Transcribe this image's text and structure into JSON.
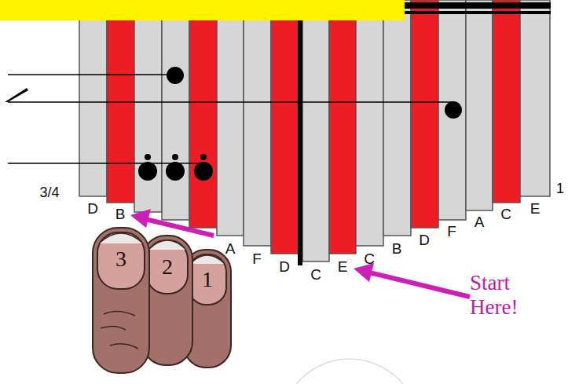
{
  "diagram": {
    "labels": [
      "3/4",
      "1",
      "D",
      "B",
      "A",
      "F",
      "D",
      "C",
      "E",
      "C",
      "B",
      "D",
      "F",
      "A",
      "C",
      "E",
      "3",
      "2",
      "1",
      "Start Here!"
    ]
  }
}
